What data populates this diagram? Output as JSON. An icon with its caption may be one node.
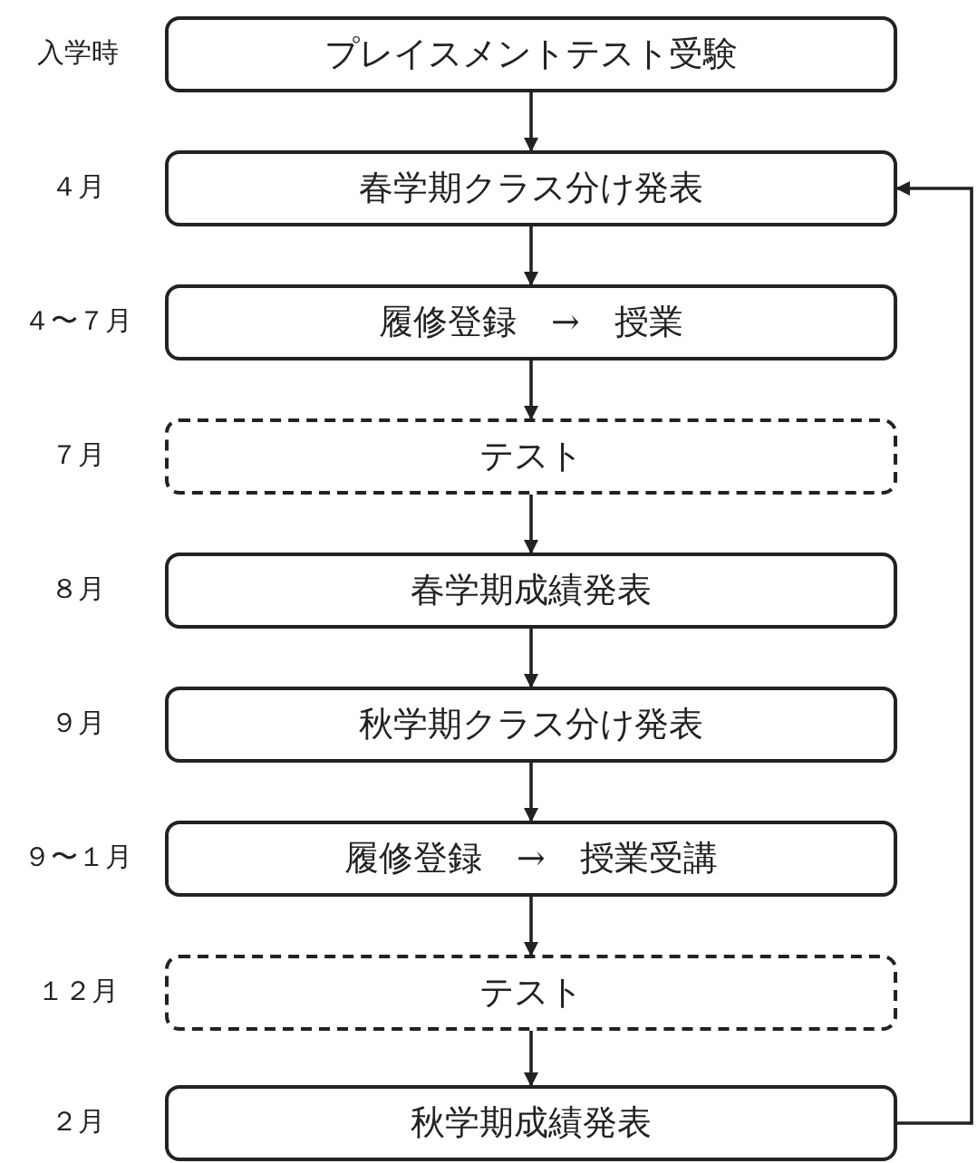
{
  "diagram": {
    "nodes": [
      {
        "text": [
          "プレイスメントテスト受験"
        ],
        "beside": [
          "入学時"
        ]
      },
      {
        "text": [
          "春学期クラス分け発表"
        ],
        "beside": [
          "４月"
        ]
      },
      {
        "text": [
          "履修登録　→　授業"
        ],
        "beside": [
          "４〜７月"
        ]
      },
      {
        "text": [
          "テスト"
        ],
        "beside": [
          "７月"
        ]
      },
      {
        "text": [
          "春学期成績発表"
        ],
        "beside": [
          "８月"
        ]
      },
      {
        "text": [
          "秋学期クラス分け発表"
        ],
        "beside": [
          "９月"
        ]
      },
      {
        "text": [
          "履修登録　→　授業受講"
        ],
        "beside": [
          "９〜１月"
        ]
      },
      {
        "text": [
          "テスト"
        ],
        "beside": [
          "１２月"
        ]
      },
      {
        "text": [
          "秋学期成績発表"
        ],
        "beside": [
          "２月"
        ]
      }
    ],
    "edges": [
      {
        "from": 0,
        "to": 1,
        "arrow": "to"
      },
      {
        "from": 1,
        "to": 2,
        "arrow": "to"
      },
      {
        "from": 2,
        "to": 3,
        "arrow": "to"
      },
      {
        "from": 3,
        "to": 4,
        "arrow": "to"
      },
      {
        "from": 4,
        "to": 5,
        "arrow": "to"
      },
      {
        "from": 5,
        "to": 6,
        "arrow": "to"
      },
      {
        "from": 6,
        "to": 7,
        "arrow": "to"
      },
      {
        "from": 7,
        "to": 8,
        "arrow": "to"
      },
      {
        "from": 8,
        "to": 1,
        "arrow": "to"
      }
    ]
  }
}
